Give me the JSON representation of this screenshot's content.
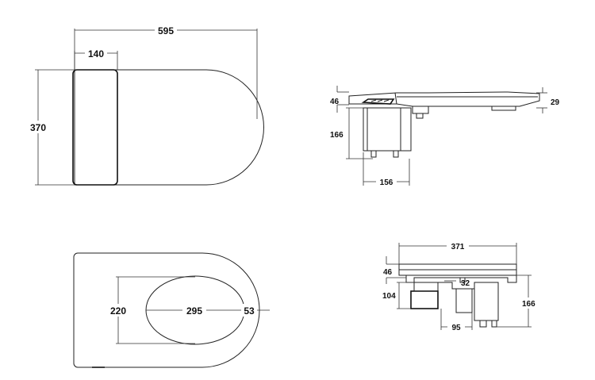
{
  "top_view": {
    "overall_length": "595",
    "tank_depth": "140",
    "width": "370"
  },
  "side_view": {
    "top_thickness": "46",
    "lid_thickness": "29",
    "body_height": "166",
    "body_depth": "156"
  },
  "bowl_view": {
    "opening_width": "220",
    "opening_length": "295",
    "front_offset": "53"
  },
  "front_view": {
    "overall_width": "371",
    "top_thickness": "46",
    "outlet_offset": "32",
    "inlet_height": "104",
    "total_height": "166",
    "outlet_width": "95"
  },
  "colors": {
    "line": "#222222",
    "background": "#ffffff"
  }
}
